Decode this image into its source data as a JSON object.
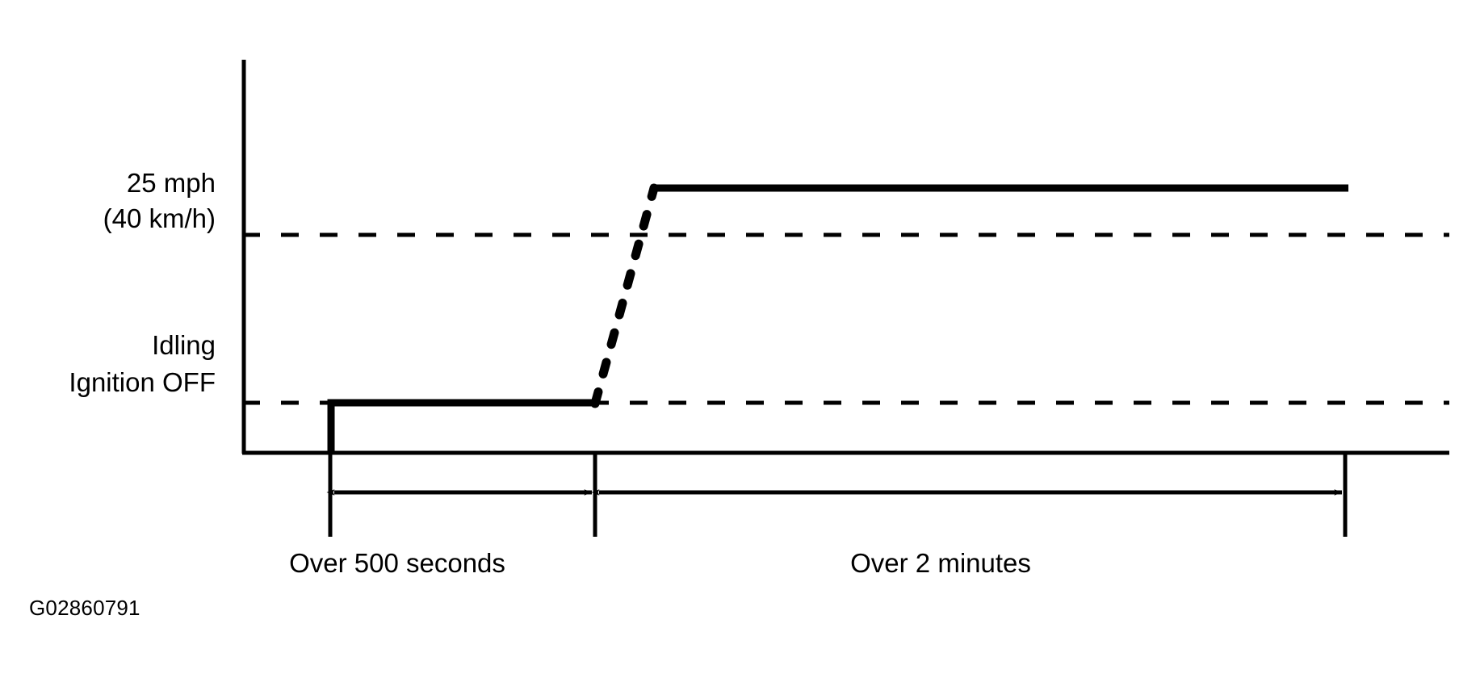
{
  "figure": {
    "id_code": "G02860791",
    "axis": {
      "y_axis_name": "vehicle-speed-axis",
      "x_axis_name": "time-axis"
    },
    "y_labels": {
      "speed_primary": "25 mph",
      "speed_secondary": "(40 km/h)",
      "idling": "Idling",
      "ignition_off": "Ignition OFF"
    },
    "x_spans": [
      {
        "label": "Over 500 seconds"
      },
      {
        "label": "Over 2 minutes"
      }
    ],
    "colors": {
      "stroke": "#000000",
      "background": "#ffffff"
    }
  },
  "chart_data": {
    "type": "line",
    "title": "",
    "subtitle": "",
    "xlabel": "",
    "ylabel": "",
    "grid": false,
    "legend": null,
    "x_axis": {
      "ticks": [
        {
          "value": 0,
          "label": ""
        },
        {
          "value": 500,
          "label": ""
        },
        {
          "value": 620,
          "label": ""
        }
      ],
      "tick_note": "unlabeled tick marks marking span boundaries",
      "xlim": [
        0,
        680
      ]
    },
    "y_axis": {
      "levels": [
        {
          "name": "Ignition OFF",
          "value": 0
        },
        {
          "name": "Idling",
          "value": 1
        },
        {
          "name": "25 mph (40 km/h)",
          "value": 2
        }
      ],
      "ylim": [
        0,
        3.1
      ],
      "reference_lines": [
        {
          "label": "25 mph (40 km/h)",
          "value": 2,
          "style": "dashed"
        },
        {
          "label": "Idling",
          "value": 1,
          "style": "dashed"
        }
      ]
    },
    "series": [
      {
        "name": "vehicle-speed-profile",
        "style": "solid",
        "points": [
          {
            "x": 0,
            "y": 0
          },
          {
            "x": 0,
            "y": 1
          },
          {
            "x": 500,
            "y": 1
          }
        ]
      },
      {
        "name": "vehicle-speed-acceleration",
        "style": "dashed",
        "points": [
          {
            "x": 500,
            "y": 1
          },
          {
            "x": 550,
            "y": 2.28
          }
        ]
      },
      {
        "name": "vehicle-speed-cruise",
        "style": "solid",
        "points": [
          {
            "x": 550,
            "y": 2.28
          },
          {
            "x": 680,
            "y": 2.28
          }
        ]
      }
    ],
    "annotations": [
      {
        "name": "span-over-500-seconds",
        "text": "Over 500 seconds",
        "from_x": 0,
        "to_x": 500,
        "style": "double-headed-arrow"
      },
      {
        "name": "span-over-2-minutes",
        "text": "Over 2 minutes",
        "from_x": 500,
        "to_x": 620,
        "style": "double-headed-arrow"
      }
    ]
  }
}
